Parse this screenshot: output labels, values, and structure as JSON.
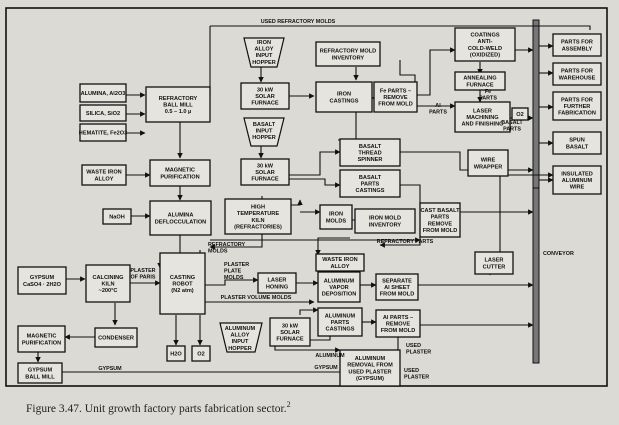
{
  "caption": {
    "text": "Figure 3.47. Unit growth factory parts fabrication sector.",
    "footnote": "2"
  },
  "boxes": [
    {
      "id": "alumina",
      "lines": [
        "ALUMINA, Al2O3"
      ]
    },
    {
      "id": "silica",
      "lines": [
        "SILICA, SiO2"
      ]
    },
    {
      "id": "hematite",
      "lines": [
        "HEMATITE, Fe2O3"
      ]
    },
    {
      "id": "ball_mill",
      "lines": [
        "REFRACTORY",
        "BALL MILL",
        "0.5 – 1.0 µ"
      ]
    },
    {
      "id": "waste_iron",
      "lines": [
        "WASTE IRON",
        "ALLOY"
      ]
    },
    {
      "id": "mag_purif",
      "lines": [
        "MAGNETIC",
        "PURIFICATION"
      ]
    },
    {
      "id": "naoh",
      "lines": [
        "NaOH"
      ]
    },
    {
      "id": "defloc",
      "lines": [
        "ALUMINA",
        "DEFLOCCULATION"
      ]
    },
    {
      "id": "gypsum_in",
      "lines": [
        "GYPSUM",
        "CaSO4 · 2H2O"
      ]
    },
    {
      "id": "calcining",
      "lines": [
        "CALCINING",
        "KILN",
        "~200°C"
      ]
    },
    {
      "id": "casting_robot",
      "lines": [
        "CASTING",
        "ROBOT",
        "(N2 atm)"
      ]
    },
    {
      "id": "condenser",
      "lines": [
        "CONDENSER"
      ]
    },
    {
      "id": "mag_purif2",
      "lines": [
        "MAGNETIC",
        "PURIFICATION"
      ]
    },
    {
      "id": "gypsum_mill",
      "lines": [
        "GYPSUM",
        "BALL MILL"
      ]
    },
    {
      "id": "h2o",
      "lines": [
        "H2O"
      ]
    },
    {
      "id": "o2a",
      "lines": [
        "O2"
      ]
    },
    {
      "id": "furnace1",
      "lines": [
        "30 kW",
        "SOLAR",
        "FURNACE"
      ]
    },
    {
      "id": "furnace2",
      "lines": [
        "30 kW",
        "SOLAR",
        "FURNACE"
      ]
    },
    {
      "id": "ht_kiln",
      "lines": [
        "HIGH",
        "TEMPERATURE",
        "KILN",
        "(REFRACTORIES)"
      ]
    },
    {
      "id": "refr_inv",
      "lines": [
        "REFRACTORY MOLD",
        "INVENTORY"
      ]
    },
    {
      "id": "iron_castings",
      "lines": [
        "IRON",
        "CASTINGS"
      ]
    },
    {
      "id": "fe_parts",
      "lines": [
        "Fe PARTS –",
        "REMOVE",
        "FROM MOLD"
      ]
    },
    {
      "id": "basalt_spinner",
      "lines": [
        "BASALT",
        "THREAD",
        "SPINNER"
      ]
    },
    {
      "id": "basalt_castings",
      "lines": [
        "BASALT",
        "PARTS",
        "CASTINGS"
      ]
    },
    {
      "id": "iron_molds",
      "lines": [
        "IRON",
        "MOLDS"
      ]
    },
    {
      "id": "cast_basalt",
      "lines": [
        "CAST BASALT",
        "PARTS",
        "REMOVE",
        "FROM MOLD"
      ]
    },
    {
      "id": "iron_mold_inv",
      "lines": [
        "IRON MOLD",
        "INVENTORY"
      ]
    },
    {
      "id": "waste_iron2",
      "lines": [
        "WASTE IRON",
        "ALLOY"
      ]
    },
    {
      "id": "laser_honing",
      "lines": [
        "LASER",
        "HONING"
      ]
    },
    {
      "id": "vapor_dep",
      "lines": [
        "ALUMINUM",
        "VAPOR",
        "DEPOSITION"
      ]
    },
    {
      "id": "separate_al",
      "lines": [
        "SEPARATE",
        "Al SHEET",
        "FROM MOLD"
      ]
    },
    {
      "id": "laser_cutter",
      "lines": [
        "LASER",
        "CUTTER"
      ]
    },
    {
      "id": "al_castings",
      "lines": [
        "ALUMINUM",
        "PARTS",
        "CASTINGS"
      ]
    },
    {
      "id": "al_parts_remove",
      "lines": [
        "Al PARTS –",
        "REMOVE",
        "FROM MOLD"
      ]
    },
    {
      "id": "furnace3",
      "lines": [
        "30 kW",
        "SOLAR",
        "FURNACE"
      ]
    },
    {
      "id": "al_removal",
      "lines": [
        "ALUMINUM",
        "REMOVAL FROM",
        "USED PLASTER",
        "(GYPSUM)"
      ]
    },
    {
      "id": "coatings",
      "lines": [
        "COATINGS",
        "ANTI-",
        "COLD-WELD",
        "(OXIDIZED)"
      ]
    },
    {
      "id": "annealing",
      "lines": [
        "ANNEALING",
        "FURNACE"
      ]
    },
    {
      "id": "laser_mach",
      "lines": [
        "LASER",
        "MACHINING",
        "AND FINISHING"
      ]
    },
    {
      "id": "o2b",
      "lines": [
        "O2"
      ]
    },
    {
      "id": "wire_wrapper",
      "lines": [
        "WIRE",
        "WRAPPER"
      ]
    },
    {
      "id": "parts_assembly",
      "lines": [
        "PARTS FOR",
        "ASSEMBLY"
      ]
    },
    {
      "id": "parts_warehouse",
      "lines": [
        "PARTS FOR",
        "WAREHOUSE"
      ]
    },
    {
      "id": "parts_fab",
      "lines": [
        "PARTS FOR",
        "FURTHER",
        "FABRICATION"
      ]
    },
    {
      "id": "spun_basalt",
      "lines": [
        "SPUN",
        "BASALT"
      ]
    },
    {
      "id": "insulated_wire",
      "lines": [
        "INSULATED",
        "ALUMINUM",
        "WIRE"
      ]
    }
  ],
  "hoppers": [
    {
      "id": "iron_hopper",
      "lines": [
        "IRON",
        "ALLOY",
        "INPUT",
        "HOPPER"
      ]
    },
    {
      "id": "basalt_hopper",
      "lines": [
        "BASALT",
        "INPUT",
        "HOPPER"
      ]
    },
    {
      "id": "al_hopper",
      "lines": [
        "ALUMINUM",
        "ALLOY",
        "INPUT",
        "HOPPER"
      ]
    }
  ],
  "labels": [
    {
      "id": "used_refractory_molds",
      "text": "USED REFRACTORY MOLDS"
    },
    {
      "id": "refractory_molds",
      "lines": [
        "REFRACTORY",
        "MOLDS"
      ]
    },
    {
      "id": "refractory_parts",
      "text": "REFRACTORY PARTS"
    },
    {
      "id": "plaster_of_paris",
      "lines": [
        "PLASTER",
        "OF PARIS"
      ]
    },
    {
      "id": "plaster_plate_molds",
      "lines": [
        "PLASTER",
        "PLATE",
        "MOLDS"
      ]
    },
    {
      "id": "plaster_volume_molds",
      "text": "PLASTER VOLUME MOLDS"
    },
    {
      "id": "gypsum_label",
      "text": "GYPSUM"
    },
    {
      "id": "gypsum_label2",
      "text": "GYPSUM"
    },
    {
      "id": "aluminum_label",
      "text": "ALUMINUM"
    },
    {
      "id": "used_plaster1",
      "lines": [
        "USED",
        "PLASTER"
      ]
    },
    {
      "id": "used_plaster2",
      "lines": [
        "USED",
        "PLASTER"
      ]
    },
    {
      "id": "al_parts_label",
      "lines": [
        "Al",
        "PARTS"
      ]
    },
    {
      "id": "fe_parts_label",
      "lines": [
        "Fe",
        "PARTS"
      ]
    },
    {
      "id": "basalt_parts_label",
      "lines": [
        "BASALT",
        "PARTS"
      ]
    },
    {
      "id": "conveyor_label",
      "text": "CONVEYOR"
    }
  ]
}
